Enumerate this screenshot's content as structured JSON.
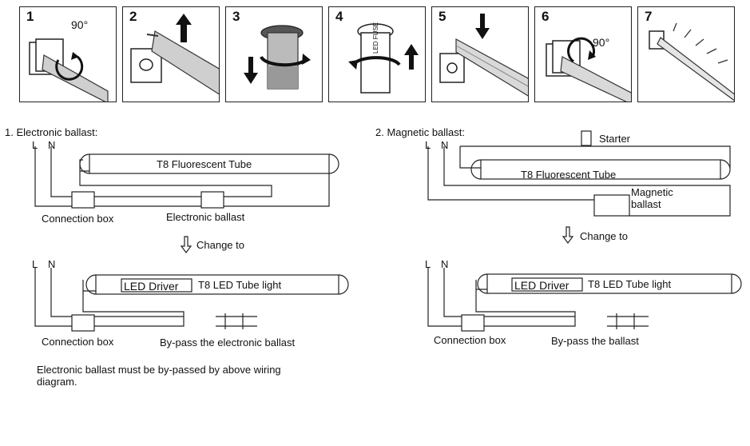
{
  "steps": [
    {
      "number": "1",
      "angle": "90°"
    },
    {
      "number": "2"
    },
    {
      "number": "3"
    },
    {
      "number": "4",
      "fuse_label": "LED FUSE"
    },
    {
      "number": "5"
    },
    {
      "number": "6",
      "angle": "90°"
    },
    {
      "number": "7"
    }
  ],
  "electronic": {
    "heading": "1. Electronic  ballast:",
    "L": "L",
    "N": "N",
    "tube_label": "T8 Fluorescent Tube",
    "connection_box": "Connection box",
    "ballast_label": "Electronic ballast",
    "change_to": "Change to",
    "L2": "L",
    "N2": "N",
    "driver_label": "LED Driver",
    "led_tube_label": "T8 LED Tube light",
    "connection_box2": "Connection box",
    "bypass_label": "By-pass the electronic ballast",
    "note": "Electronic ballast must be by-passed by above wiring diagram."
  },
  "magnetic": {
    "heading": "2. Magnetic  ballast:",
    "L": "L",
    "N": "N",
    "starter_label": "Starter",
    "tube_label": "T8 Fluorescent Tube",
    "ballast_label_1": "Magnetic",
    "ballast_label_2": "ballast",
    "change_to": "Change to",
    "L2": "L",
    "N2": "N",
    "driver_label": "LED Driver",
    "led_tube_label": "T8 LED Tube light",
    "connection_box": "Connection box",
    "bypass_label": "By-pass the  ballast"
  }
}
